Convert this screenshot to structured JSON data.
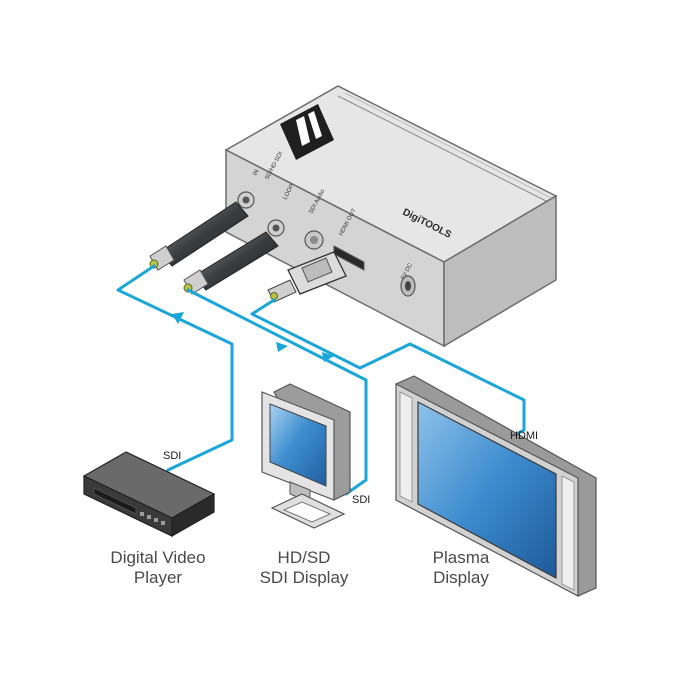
{
  "device": {
    "brand": "DigiTOOLS",
    "ports": {
      "in": "IN",
      "sdi_group": "SD/HD-SDI",
      "loop": "LOOP",
      "sdi_audio": "SDI Audio",
      "hdmi_out": "HDMI OUT",
      "power": "5V DC"
    }
  },
  "connections": {
    "sdi_player": "SDI",
    "sdi_display": "SDI",
    "hdmi": "HDMI"
  },
  "captions": {
    "player_line1": "Digital Video",
    "player_line2": "Player",
    "sdi_display_line1": "HD/SD",
    "sdi_display_line2": "SDI Display",
    "plasma_line1": "Plasma",
    "plasma_line2": "Display"
  },
  "colors": {
    "cable": "#1aa6d8",
    "device_body": "#d9d9d9",
    "screen_blue": "#2f7fc4"
  }
}
